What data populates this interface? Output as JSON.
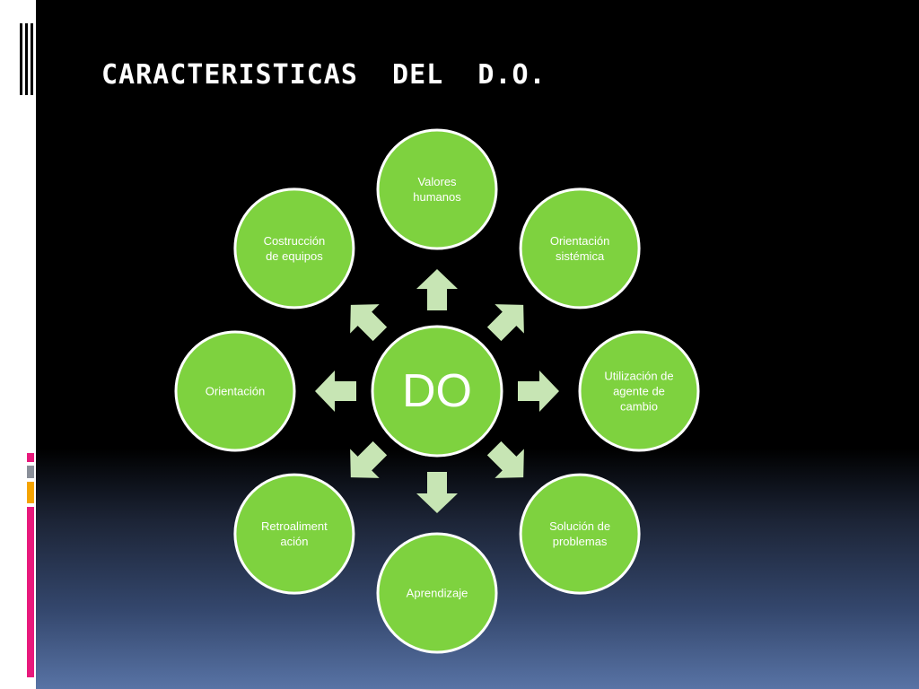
{
  "slide": {
    "title": "CARACTERISTICAS  DEL  D.O."
  },
  "diagram": {
    "center": "DO",
    "nodes": [
      {
        "key": "valores",
        "label": "Valores\nhumanos"
      },
      {
        "key": "orientacion-sistemica",
        "label": "Orientación\nsistémica"
      },
      {
        "key": "agente-cambio",
        "label": "Utilización de\nagente de\ncambio"
      },
      {
        "key": "solucion",
        "label": "Solución de\nproblemas"
      },
      {
        "key": "aprendizaje",
        "label": "Aprendizaje"
      },
      {
        "key": "retroalimentacion",
        "label": "Retroaliment\nación"
      },
      {
        "key": "orientacion",
        "label": "Orientación"
      },
      {
        "key": "equipos",
        "label": "Costrucción\nde equipos"
      }
    ]
  },
  "colors": {
    "node_fill": "#7ed23f",
    "node_stroke": "#ffffff",
    "arrow_fill": "#c7e5b4",
    "accent_pink": "#e8197c",
    "accent_orange": "#f5a400",
    "accent_gray": "#8a8f99"
  }
}
